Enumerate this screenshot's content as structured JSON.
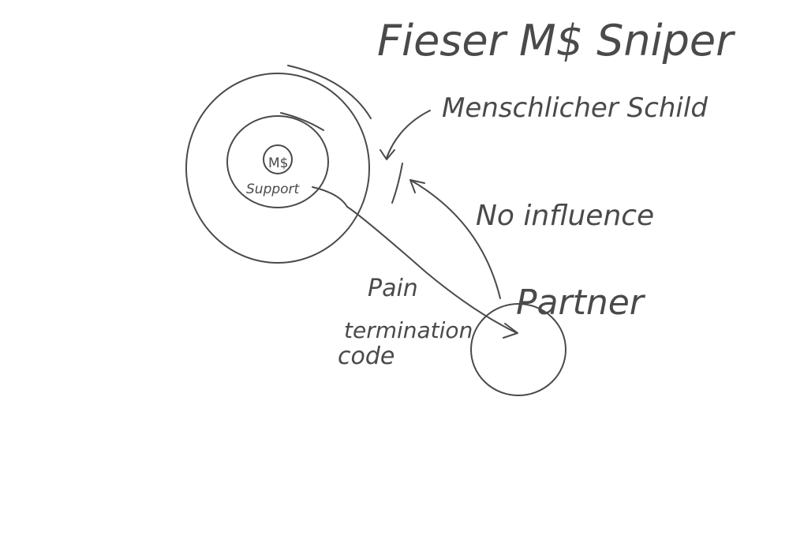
{
  "title": "Fieser M$ Sniper",
  "labels": {
    "shield": "Menschlicher Schild",
    "core": "M$",
    "support": "Support",
    "no_influence": "No influence",
    "partner": "Partner",
    "pain_line1": "Pain",
    "pain_line2": "termination",
    "pain_line3": "code"
  },
  "colors": {
    "ink": "#4a4a4a",
    "background": "#ffffff"
  }
}
